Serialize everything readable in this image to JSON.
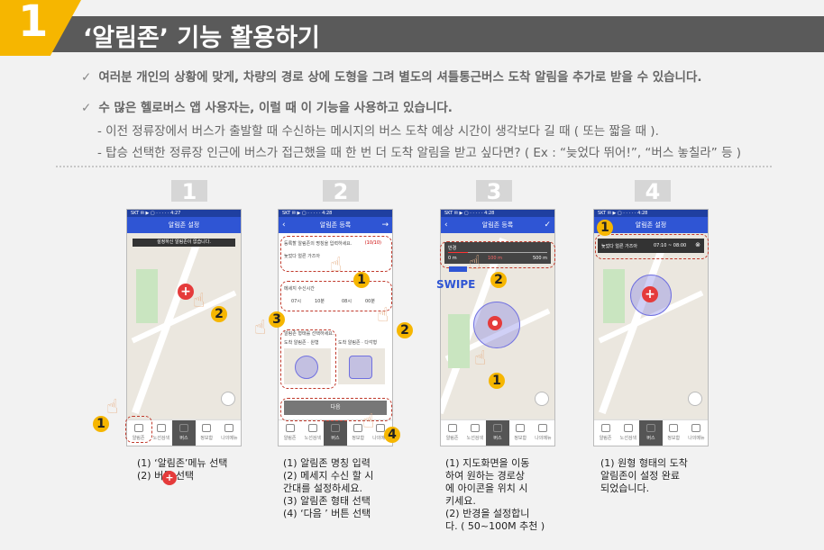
{
  "header": {
    "step_number": "1",
    "title": "‘알림존’ 기능 활용하기"
  },
  "bullets": [
    {
      "check": "✓",
      "text": "여러분 개인의 상황에 맞게, 차량의 경로 상에 도형을 그려 별도의 셔틀통근버스 도착 알림을 추가로 받을 수 있습니다."
    },
    {
      "check": "✓",
      "text": "수 많은 헬로버스 앱 사용자는, 이럴 때 이 기능을 사용하고 있습니다."
    }
  ],
  "sublines": [
    "- 이전 정류장에서 버스가 출발할 때 수신하는 메시지의 버스 도착 예상 시간이 생각보다 길 때 ( 또는 짧을 때 ).",
    "- 탑승 선택한 정류장 인근에 버스가 접근했을 때 한 번 더 도착 알림을 받고 싶다면? ( Ex : “늦었다 뛰어!”, “버스 놓칠라” 등 )"
  ],
  "steps": [
    {
      "num": "1",
      "title": "알림존 설정",
      "banner": "설정하신 알림존이 없습니다.",
      "caption": [
        "(1) ‘알림존’메뉴 선택",
        "(2)            버튼 선택"
      ],
      "plus": "+"
    },
    {
      "num": "2",
      "title": "알림존 등록",
      "field1_hint": "등록할 알림존의 명칭을 입력하세요.",
      "field1_count": "(10/10)",
      "field1_value": "늦었다 얼른 가즈아",
      "field2_label": "메세지 수신시간",
      "time": [
        "07시",
        "10분",
        "08시",
        "00분"
      ],
      "shape_hint": "알림존 형태를 선택하세요.",
      "shape_opts": [
        "도착 알림존 · 원형",
        "도착 알림존 · 다각형"
      ],
      "next": "다음",
      "caption": [
        "(1) 알림존 명칭 입력",
        "(2) 메세지 수신 할 시",
        "간대를 설정하세요.",
        "(3) 알림존 형태 선택",
        "(4) ‘다음 ’ 버튼 선택"
      ]
    },
    {
      "num": "3",
      "title": "알림존 등록",
      "radius_label": "반경",
      "radius_min": "0 m",
      "radius_val": "100 m",
      "radius_max": "500 m",
      "swipe": "SWIPE",
      "caption": [
        "(1) 지도화면을 이동",
        "하여 원하는 경로상",
        "에 아이콘을 위치 시",
        "키세요.",
        "(2) 반경을 설정합니",
        "다. ( 50~100M 추천 )"
      ]
    },
    {
      "num": "4",
      "title": "알림존 설정",
      "zone_name": "늦었다 얼른 가즈아",
      "zone_time": "07:10 ~ 08:00",
      "caption": [
        "(1) 원형 형태의 도착",
        "알림존이 설정 완료",
        "되었습니다."
      ]
    }
  ],
  "nav_items": [
    "알림존",
    "노선검색",
    "버스",
    "정보함",
    "나의메뉴"
  ],
  "markers": [
    "1",
    "2",
    "3",
    "4"
  ],
  "colors": {
    "accent": "#f6b600",
    "header_bg": "#5a5a5a",
    "appbar": "#2f55d4",
    "pin": "#e53b3b"
  }
}
